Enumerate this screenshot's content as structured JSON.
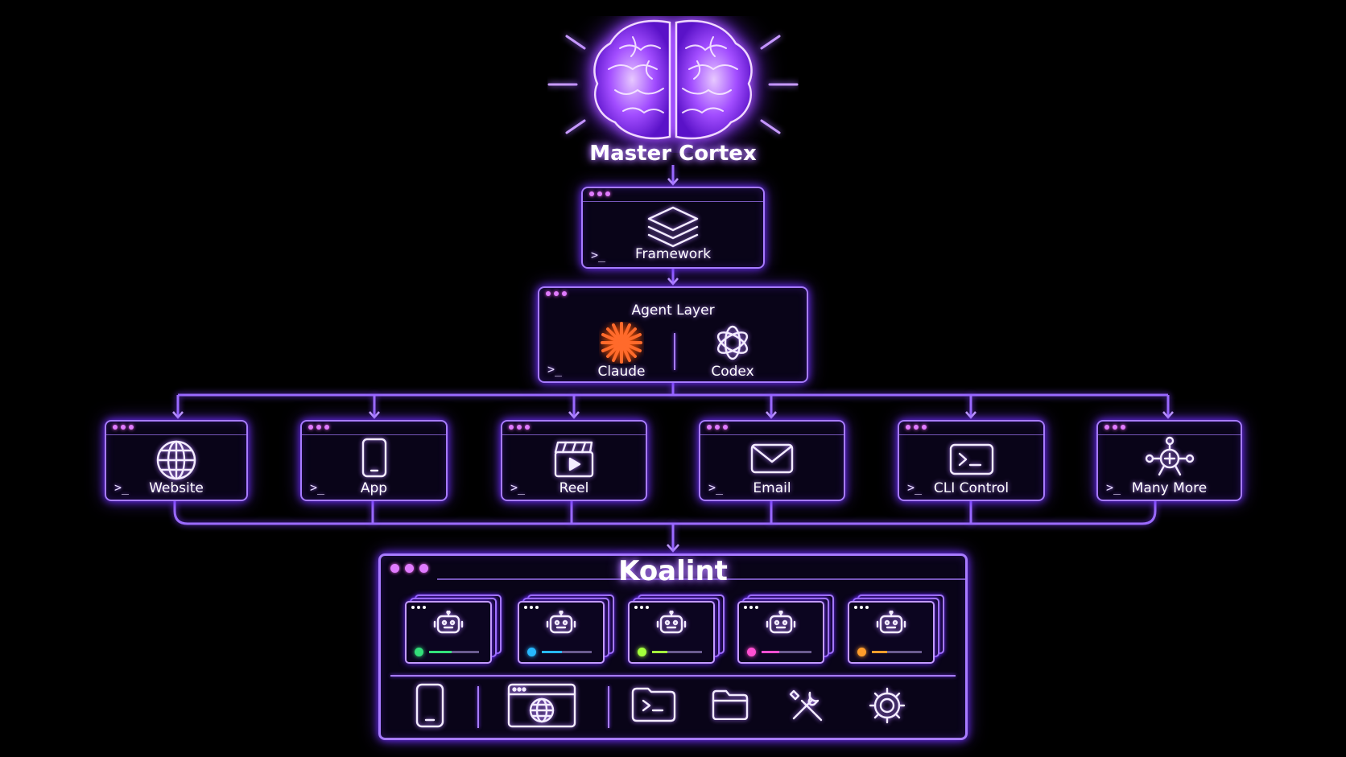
{
  "master": {
    "title": "Master Cortex",
    "icon": "brain-icon"
  },
  "framework": {
    "label": "Framework",
    "prompt": ">_",
    "icon": "layers-icon"
  },
  "agent_layer": {
    "title": "Agent Layer",
    "prompt": ">_",
    "agents": [
      {
        "label": "Claude",
        "icon": "claude-icon",
        "color": "#ff6a2b"
      },
      {
        "label": "Codex",
        "icon": "openai-icon"
      }
    ]
  },
  "outputs": [
    {
      "label": "Website",
      "icon": "globe-icon",
      "prompt": ">_"
    },
    {
      "label": "App",
      "icon": "phone-icon",
      "prompt": ">_"
    },
    {
      "label": "Reel",
      "icon": "clapperboard-icon",
      "prompt": ">_"
    },
    {
      "label": "Email",
      "icon": "envelope-icon",
      "prompt": ">_"
    },
    {
      "label": "CLI Control",
      "icon": "terminal-icon",
      "prompt": ">_"
    },
    {
      "label": "Many More",
      "icon": "network-plus-icon",
      "prompt": ">_"
    }
  ],
  "koalint": {
    "title": "Koalint",
    "agent_cards": [
      {
        "icon": "robot-icon",
        "status_color": "#33e07a",
        "progress": 0.45
      },
      {
        "icon": "robot-icon",
        "status_color": "#27b8ff",
        "progress": 0.4
      },
      {
        "icon": "robot-icon",
        "status_color": "#a4ff3c",
        "progress": 0.3
      },
      {
        "icon": "robot-icon",
        "status_color": "#ff4fd2",
        "progress": 0.35
      },
      {
        "icon": "robot-icon",
        "status_color": "#ff9d2b",
        "progress": 0.3
      }
    ],
    "tools": [
      "phone-icon",
      "browser-globe-icon",
      "terminal-icon",
      "folder-icon",
      "tools-icon",
      "gear-icon"
    ]
  },
  "colors": {
    "neon": "#a77bff",
    "glow": "#6d2cff",
    "accent_dot": "#e07bff"
  }
}
